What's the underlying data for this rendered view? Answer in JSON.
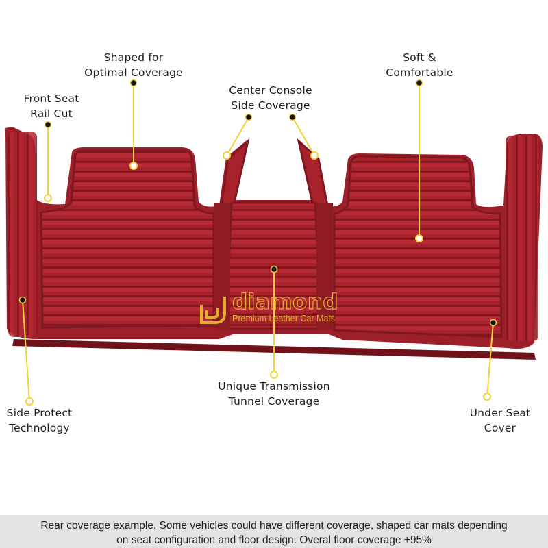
{
  "labels": {
    "shaped": [
      "Shaped for",
      "Optimal Coverage"
    ],
    "front_seat": [
      "Front Seat",
      "Rail Cut"
    ],
    "center_console": [
      "Center Console",
      "Side Coverage"
    ],
    "soft": [
      "Soft &",
      "Comfortable"
    ],
    "side_protect": [
      "Side Protect",
      "Technology"
    ],
    "tunnel": [
      "Unique Transmission",
      "Tunnel Coverage"
    ],
    "under_seat": [
      "Under Seat",
      "Cover"
    ]
  },
  "brand": {
    "name": "diamond",
    "tagline": "Premium Leather Car Mats",
    "logo_icon": "diamond-logo-icon"
  },
  "footer": {
    "line1": "Rear coverage example. Some vehicles could have different coverage, shaped car mats depending",
    "line2": "on seat configuration and floor design. Overal floor coverage +95%"
  },
  "colors": {
    "mat": "#a8222c",
    "mat_dark": "#7e1820",
    "callout_line": "#f2d33a",
    "brand_gold": "#e0b22b",
    "footer_bg": "#e3e3e3"
  }
}
